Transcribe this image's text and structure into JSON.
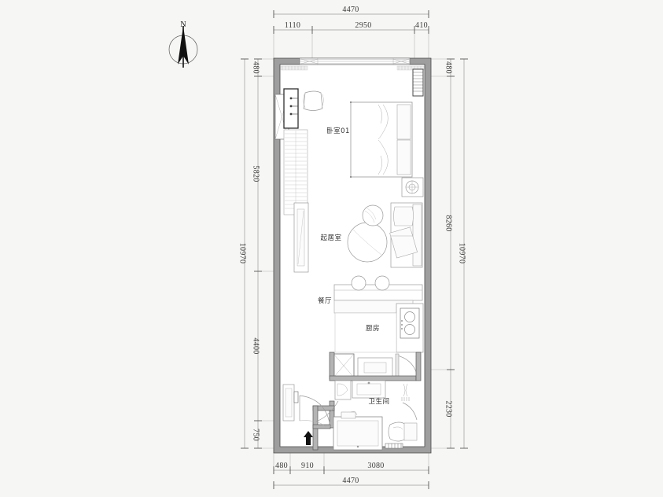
{
  "drawing": {
    "type": "architectural-floor-plan",
    "unit": "mm",
    "overall_width": "4470",
    "overall_height": "10970",
    "north_label": "N"
  },
  "dimensions": {
    "top_total": "4470",
    "top_chain": [
      "1110",
      "2950",
      "410"
    ],
    "bottom_total": "4470",
    "bottom_chain": [
      "480",
      "910",
      "3080"
    ],
    "left_total": "10970",
    "left_chain": [
      "480",
      "5820",
      "4400",
      "750"
    ],
    "right_total": "10970",
    "right_chain": [
      "480",
      "8260",
      "2230"
    ]
  },
  "rooms": [
    {
      "key": "bedroom",
      "label": "卧室01"
    },
    {
      "key": "living",
      "label": "起居室"
    },
    {
      "key": "dining",
      "label": "餐厅"
    },
    {
      "key": "kitchen",
      "label": "厨房"
    },
    {
      "key": "bathroom",
      "label": "卫生间"
    }
  ],
  "colors": {
    "background": "#f6f6f4",
    "wall_fill": "#9e9e9e",
    "wall_stroke": "#4a4a4a",
    "floor": "#ffffff",
    "furniture_stroke": "#9a9a9a",
    "dimension_line": "#9a9a9a",
    "text": "#2a2a2a",
    "entry_arrow": "#111111"
  }
}
